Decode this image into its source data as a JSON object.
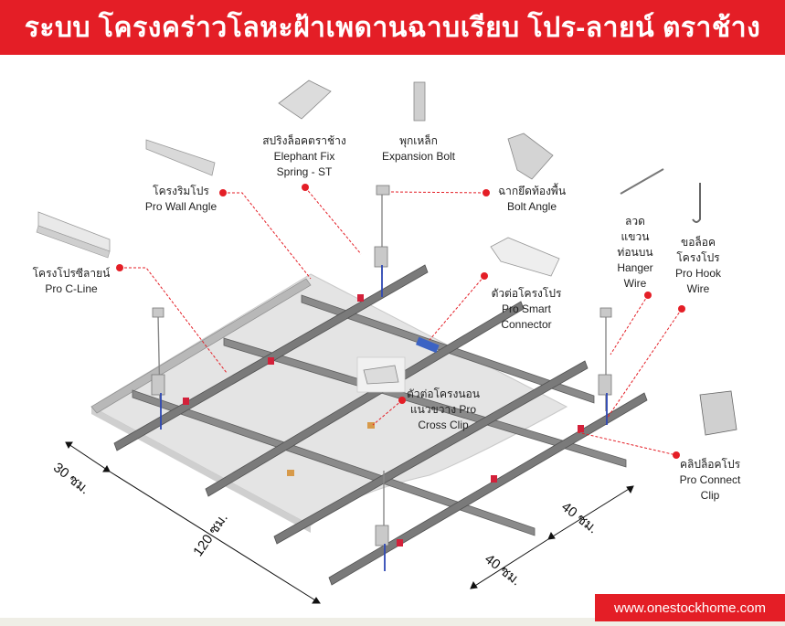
{
  "title": "ระบบ โครงคร่าวโลหะฝ้าเพดานฉาบเรียบ โปร-ลายน์ ตราช้าง",
  "website": "www.onestockhome.com",
  "colors": {
    "brand_red": "#e41e26",
    "frame_gray": "#7e7e7e",
    "board": "#e4e4e4",
    "clip_red": "#d3213a",
    "connector_blue": "#3b63c4",
    "hanger_blue": "#2e48b4"
  },
  "components": [
    {
      "id": "spring",
      "lines": [
        "สปริงล็อคตราช้าง",
        "Elephant Fix",
        "Spring - ST"
      ]
    },
    {
      "id": "bolt",
      "lines": [
        "พุกเหล็ก",
        "Expansion Bolt"
      ]
    },
    {
      "id": "bolt-angle",
      "lines": [
        "ฉากยึดท้องพื้น",
        "Bolt Angle"
      ]
    },
    {
      "id": "wall-angle",
      "lines": [
        "โครงริมโปร",
        "Pro Wall Angle"
      ]
    },
    {
      "id": "c-line",
      "lines": [
        "โครงโปรซีลายน์",
        "Pro C-Line"
      ]
    },
    {
      "id": "smart-connector",
      "lines": [
        "ตัวต่อโครงโปร",
        "Pro Smart",
        "Connector"
      ]
    },
    {
      "id": "hanger-wire",
      "lines": [
        "ลวด",
        "แขวน",
        "ท่อนบน",
        "Hanger",
        "Wire"
      ]
    },
    {
      "id": "hook-wire",
      "lines": [
        "ขอล็อค",
        "โครงโปร",
        "Pro Hook",
        "Wire"
      ]
    },
    {
      "id": "cross-clip",
      "lines": [
        "ตัวต่อโครงนอน",
        "แนวขวาง Pro",
        "Cross Clip"
      ]
    },
    {
      "id": "connect-clip",
      "lines": [
        "คลิปล็อคโปร",
        "Pro Connect",
        "Clip"
      ]
    }
  ],
  "dimensions": {
    "d30": "30 ซม.",
    "d120": "120 ซม.",
    "d40a": "40 ซม.",
    "d40b": "40 ซม."
  }
}
